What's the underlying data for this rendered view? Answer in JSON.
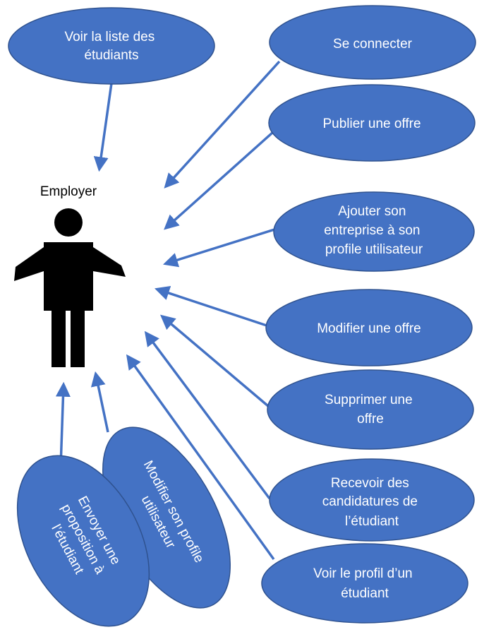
{
  "diagram": {
    "actor": {
      "label": "Employer"
    },
    "use_cases": [
      {
        "id": "voir-liste",
        "lines": [
          "Voir la liste des",
          "étudiants"
        ]
      },
      {
        "id": "se-connecter",
        "lines": [
          "Se connecter"
        ]
      },
      {
        "id": "publier-offre",
        "lines": [
          "Publier une offre"
        ]
      },
      {
        "id": "ajouter-entreprise",
        "lines": [
          "Ajouter son",
          "entreprise à son",
          "profile utilisateur"
        ]
      },
      {
        "id": "modifier-offre",
        "lines": [
          "Modifier une offre"
        ]
      },
      {
        "id": "supprimer-offre",
        "lines": [
          "Supprimer une",
          "offre"
        ]
      },
      {
        "id": "recevoir-candidatures",
        "lines": [
          "Recevoir des",
          "candidatures de",
          "l’étudiant"
        ]
      },
      {
        "id": "voir-profil",
        "lines": [
          "Voir le profil d’un",
          "étudiant"
        ]
      },
      {
        "id": "modifier-profil",
        "lines": [
          "Modifier son profile",
          "utilisateur"
        ]
      },
      {
        "id": "envoyer-proposition",
        "lines": [
          "Envoyer une",
          "proposition à",
          "l’étudiant"
        ]
      }
    ],
    "colors": {
      "use_case_fill": "#4472c4",
      "use_case_stroke": "#2f528f",
      "arrow": "#4472c4",
      "actor": "#000000",
      "use_case_text": "#ffffff"
    }
  }
}
